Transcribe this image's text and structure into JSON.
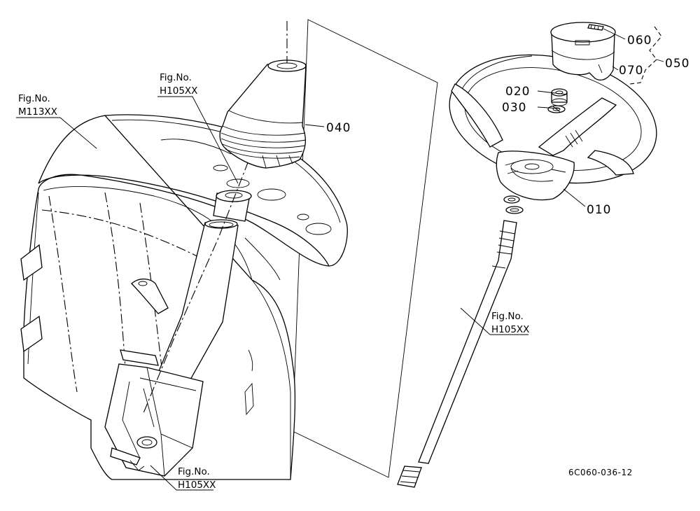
{
  "diagram": {
    "parts": [
      {
        "id": "p010",
        "number": "010"
      },
      {
        "id": "p020",
        "number": "020"
      },
      {
        "id": "p030",
        "number": "030"
      },
      {
        "id": "p040",
        "number": "040"
      },
      {
        "id": "p050",
        "number": "050"
      },
      {
        "id": "p060",
        "number": "060"
      },
      {
        "id": "p070",
        "number": "070"
      }
    ],
    "fig_refs": [
      {
        "id": "ref-m113",
        "line1": "Fig.No.",
        "line2": "M113XX"
      },
      {
        "id": "ref-h105-top",
        "line1": "Fig.No.",
        "line2": "H105XX"
      },
      {
        "id": "ref-h105-shaft",
        "line1": "Fig.No.",
        "line2": "H105XX"
      },
      {
        "id": "ref-h105-bottom",
        "line1": "Fig.No.",
        "line2": "H105XX"
      }
    ],
    "drawing_code": "6C060-036-12"
  }
}
